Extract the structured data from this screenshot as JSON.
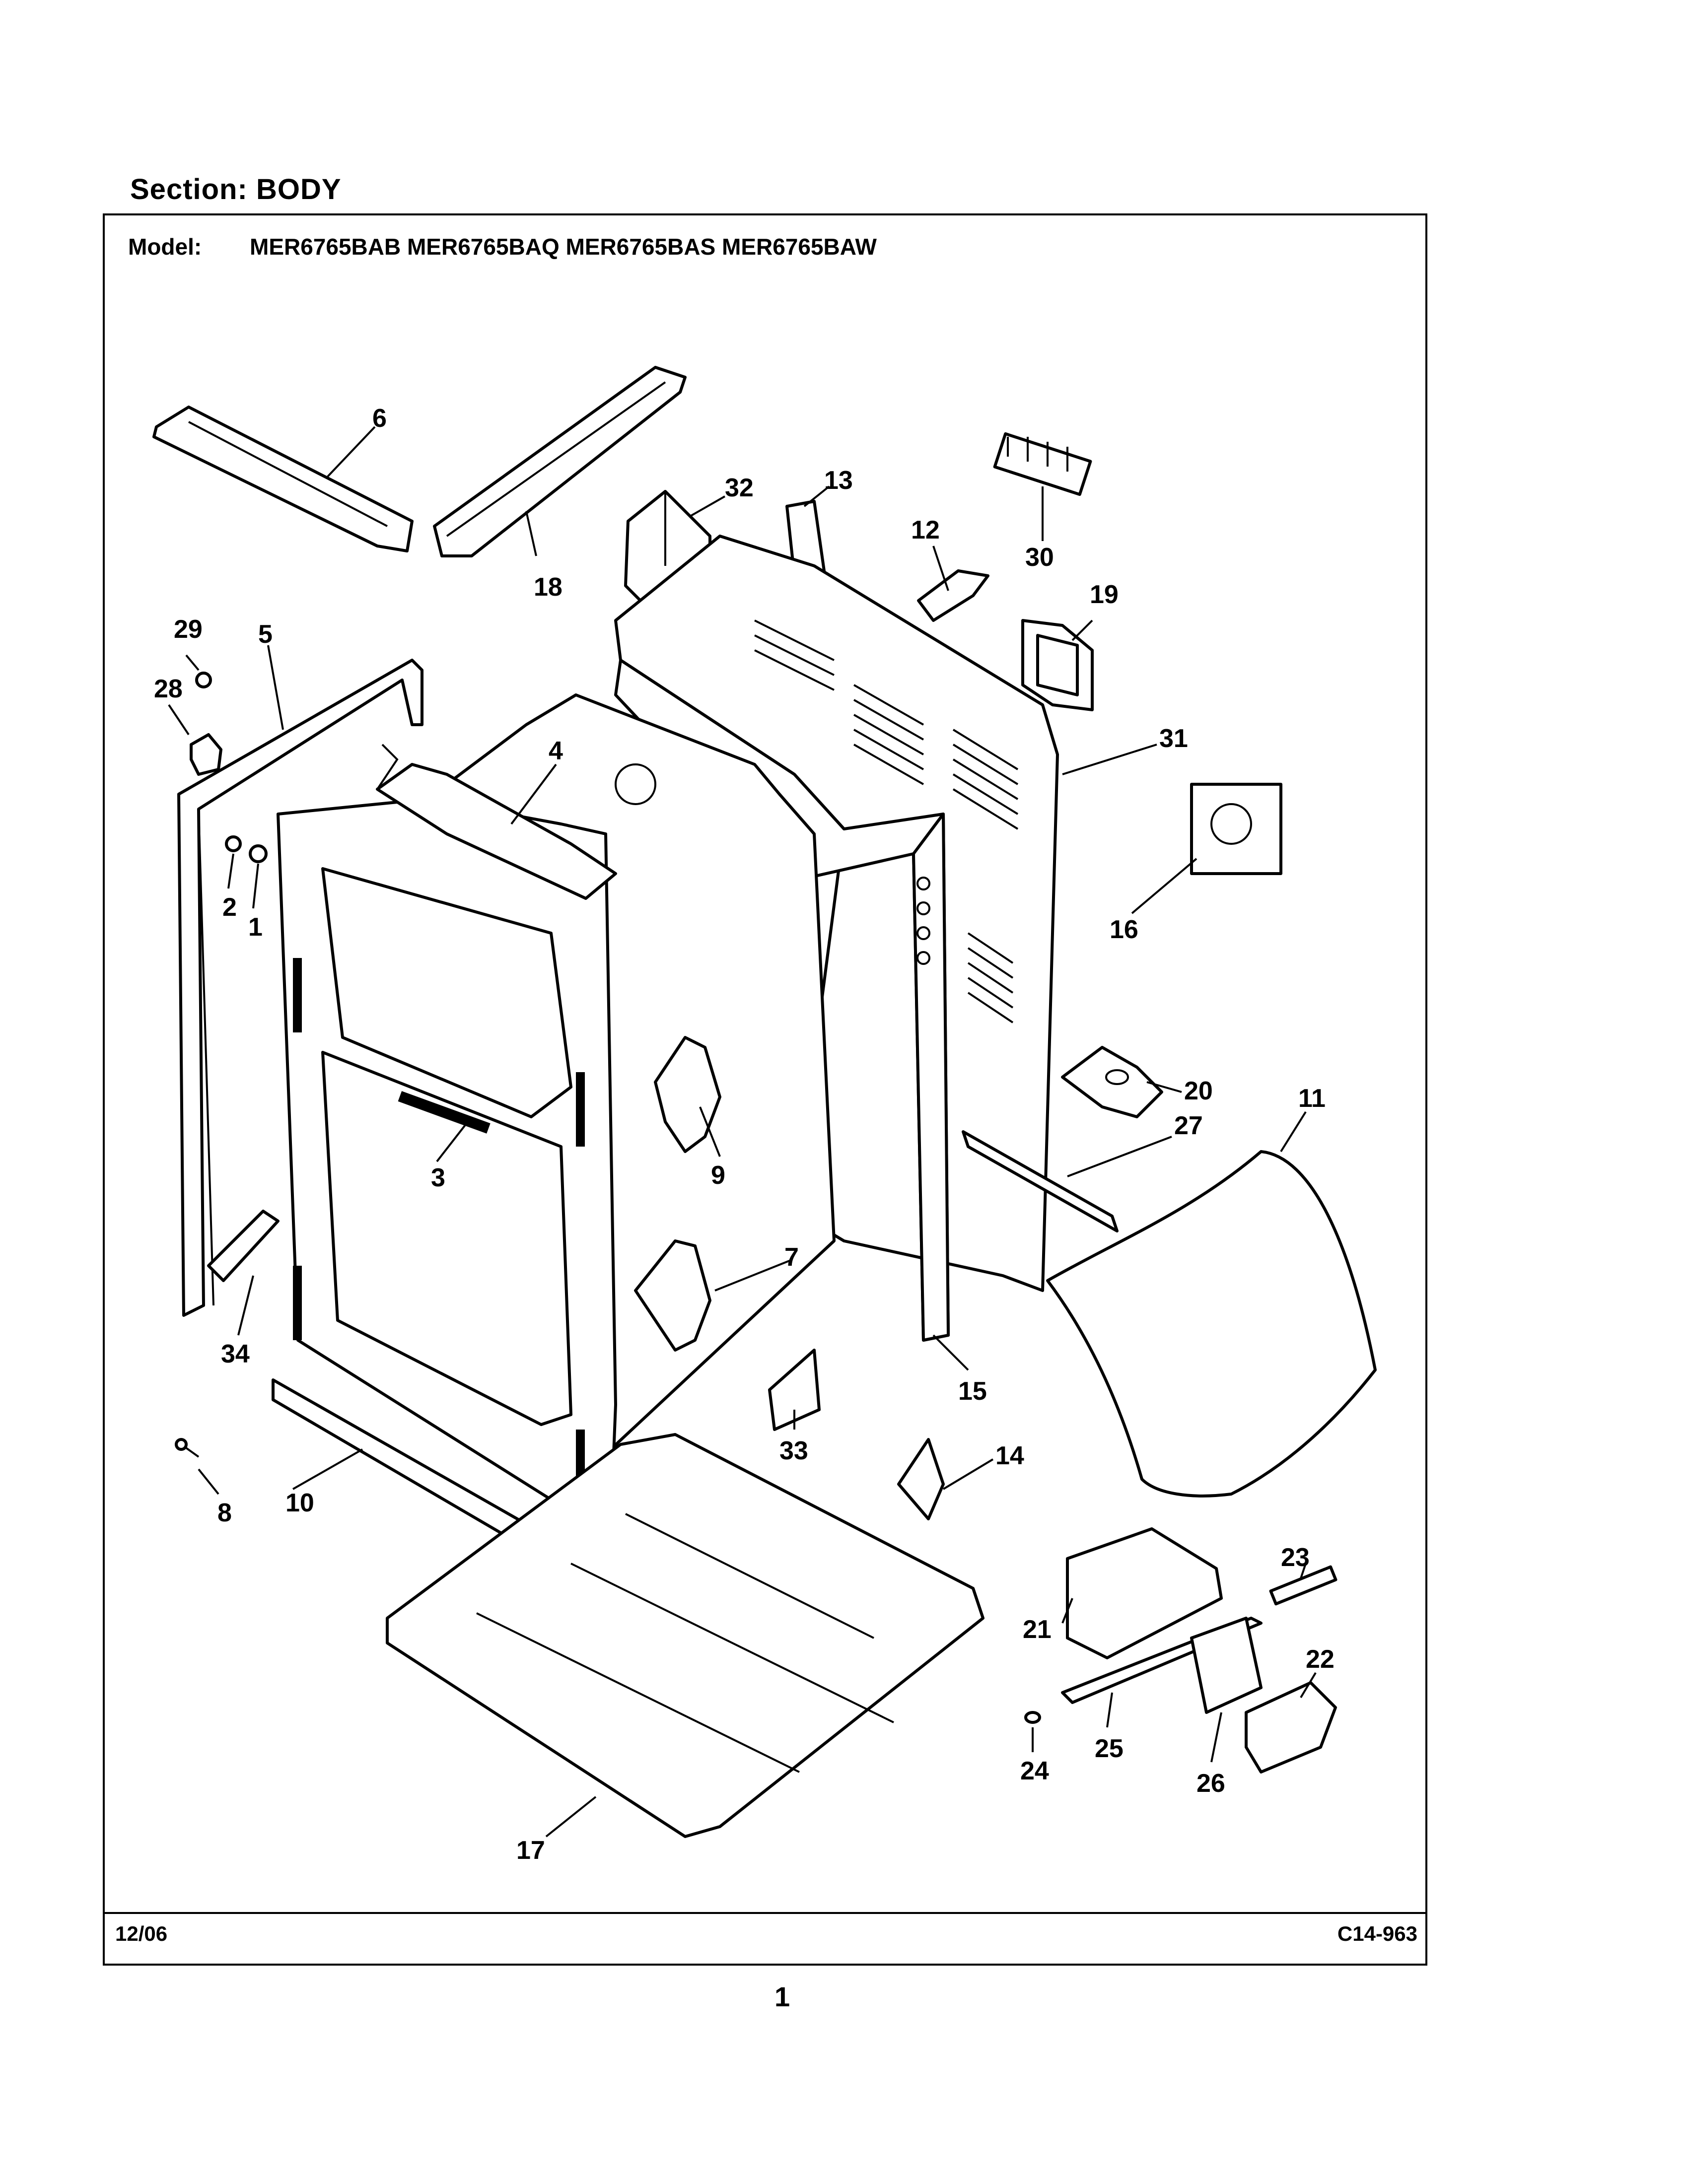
{
  "section": {
    "label": "Section:",
    "name": "BODY"
  },
  "model": {
    "label": "Model:",
    "numbers": "MER6765BAB MER6765BAQ MER6765BAS MER6765BAW"
  },
  "footer": {
    "date": "12/06",
    "code": "C14-963"
  },
  "page_number": "1",
  "callouts": [
    "1",
    "2",
    "3",
    "4",
    "5",
    "6",
    "7",
    "8",
    "9",
    "10",
    "11",
    "12",
    "13",
    "14",
    "15",
    "16",
    "17",
    "18",
    "19",
    "20",
    "21",
    "22",
    "23",
    "24",
    "25",
    "26",
    "27",
    "28",
    "29",
    "30",
    "31",
    "32",
    "33",
    "34"
  ]
}
